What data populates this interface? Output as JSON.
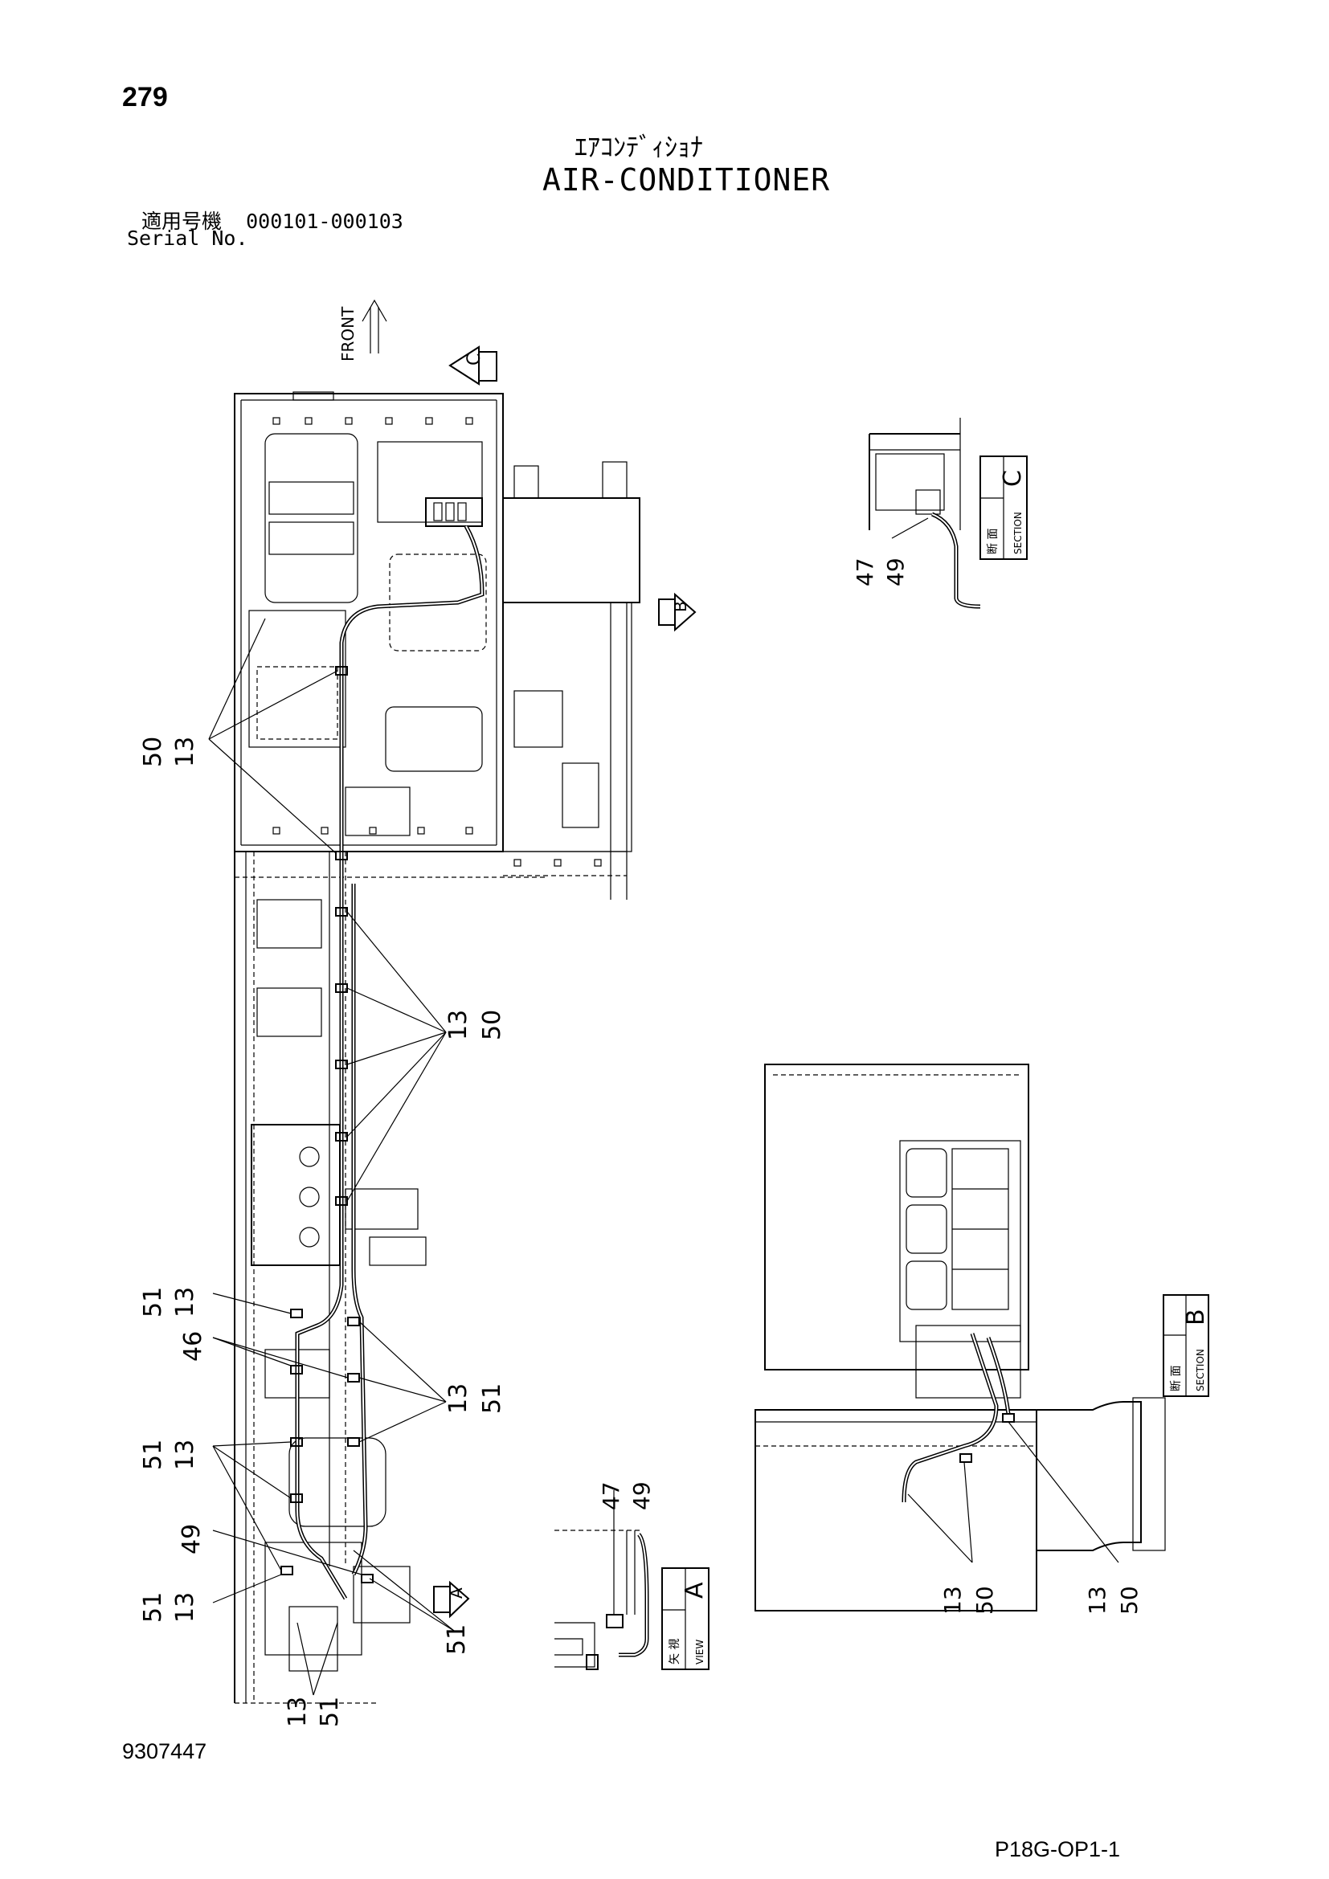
{
  "page_number": "279",
  "title": {
    "japanese": "ｴｱｺﾝﾃﾞｨｼｮﾅ",
    "english": "AIR-CONDITIONER"
  },
  "serial": {
    "label_jp": "適用号機",
    "range": "000101-000103",
    "label_en": "Serial No."
  },
  "front_label": "FRONT",
  "markers": {
    "c": "C",
    "b": "B",
    "a": "A"
  },
  "section_boxes": {
    "section_c": {
      "letter": "C",
      "jp": "断 面",
      "en": "SECTION"
    },
    "section_b": {
      "letter": "B",
      "jp": "断 面",
      "en": "SECTION"
    },
    "view_a": {
      "letter": "A",
      "jp": "矢 視",
      "en": "VIEW"
    }
  },
  "callouts": {
    "c_47_49": {
      "top": "47",
      "bottom": "49"
    },
    "m_50_13": {
      "top": "50",
      "bottom": "13"
    },
    "m_13_50": {
      "top": "13",
      "bottom": "50"
    },
    "m_51_13_a": {
      "top": "51",
      "bottom": "13"
    },
    "m_46": {
      "top": "46"
    },
    "m_13_51_a": {
      "top": "13",
      "bottom": "51"
    },
    "m_51_13_b": {
      "top": "51",
      "bottom": "13"
    },
    "m_49": {
      "top": "49"
    },
    "m_51_13_c": {
      "top": "51",
      "bottom": "13"
    },
    "m_51": {
      "top": "51"
    },
    "m_13_51_b": {
      "top": "13",
      "bottom": "51"
    },
    "a_47_49": {
      "top": "47",
      "bottom": "49"
    },
    "b_13_50_a": {
      "top": "13",
      "bottom": "50"
    },
    "b_13_50_b": {
      "top": "13",
      "bottom": "50"
    }
  },
  "doc_number": "9307447",
  "page_ref": "P18G-OP1-1"
}
